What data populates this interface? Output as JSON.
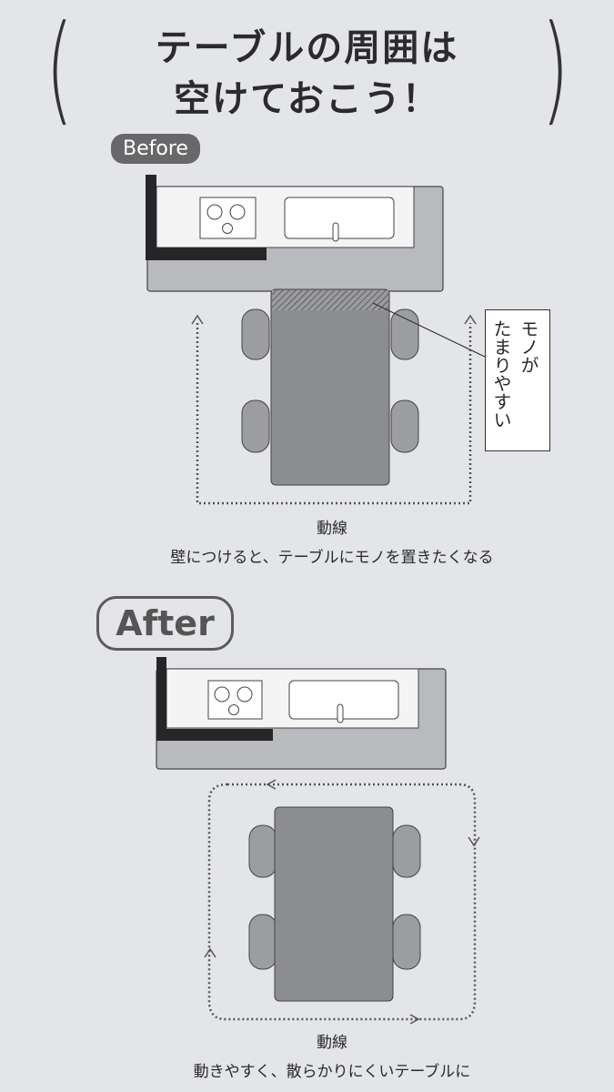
{
  "title": {
    "line1": "テーブルの周囲は",
    "line2": "空けておこう！",
    "paren_left": "(",
    "paren_right": ")"
  },
  "before": {
    "badge": "Before",
    "callout": {
      "line1": "モノが",
      "line2": "たまりやすい"
    },
    "flow_label": "動線",
    "caption": "壁につけると、テーブルにモノを置きたくなる"
  },
  "after": {
    "badge": "After",
    "flow_label": "動線",
    "caption": "動きやすく、散らかりにくいテーブルに"
  },
  "colors": {
    "page": "#e4e5e8",
    "counter": "#b9babd",
    "table": "#8c8d90",
    "wall": "#262528",
    "badge": "#68686b"
  }
}
